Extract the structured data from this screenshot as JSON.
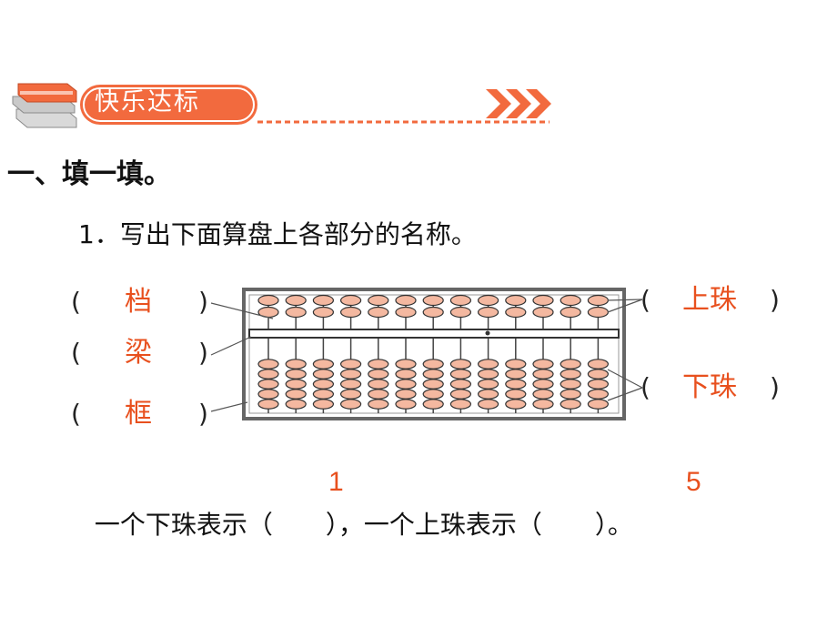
{
  "header": {
    "badge_title": "快乐达标",
    "books_icon": "stacked-books-icon",
    "arrows_icon": "triple-chevron-right-icon",
    "accent_color": "#f26a3e"
  },
  "section": {
    "title": "一、填一填。"
  },
  "question1": {
    "prompt": "1．写出下面算盘上各部分的名称。",
    "labels_left": [
      {
        "paren_open": "(",
        "answer": "档",
        "paren_close": ")"
      },
      {
        "paren_open": "(",
        "answer": "梁",
        "paren_close": ")"
      },
      {
        "paren_open": "(",
        "answer": "框",
        "paren_close": ")"
      }
    ],
    "labels_right": [
      {
        "paren_open": "(",
        "answer": "上珠",
        "paren_close": ")"
      },
      {
        "paren_open": "(",
        "answer": "下珠",
        "paren_close": ")"
      }
    ],
    "abacus": {
      "rods": 13,
      "upper_beads_per_rod": 2,
      "lower_beads_per_rod": 5,
      "bead_color": "#f4b8a0",
      "frame_color": "#555555"
    }
  },
  "question1_fill": {
    "part1": "一个下珠表示（",
    "answer1": "1",
    "part2": "），一个上珠表示（",
    "answer2": "5",
    "part3": "）。",
    "answer_color": "#e8501e"
  }
}
